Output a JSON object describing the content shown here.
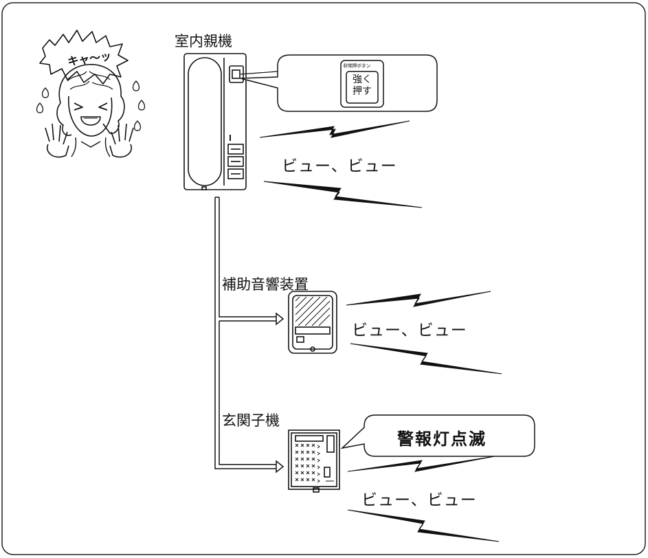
{
  "devices": {
    "indoor_master": "室内親機",
    "aux_sounder": "補助音響装置",
    "entrance_unit": "玄関子機"
  },
  "emergency_button": {
    "header": "非常押ボタン",
    "line1": "強く",
    "line2": "押す"
  },
  "sounds": {
    "master": "ビュー、ビュー",
    "aux": "ビュー、ビュー",
    "entrance": "ビュー、ビュー"
  },
  "alarm_lamp": "警報灯点滅",
  "illustration": {
    "exclamation": "キャ〜ッ"
  }
}
